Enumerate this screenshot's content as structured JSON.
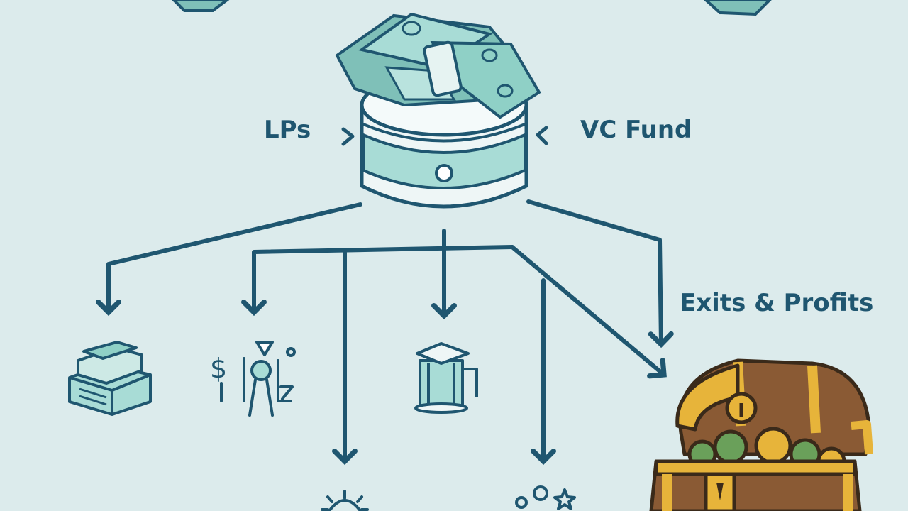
{
  "diagram": {
    "labels": {
      "left_input": "LPs",
      "right_input": "VC Fund",
      "exit": "Exits & Profits"
    },
    "nodes": [
      {
        "id": "fund",
        "kind": "cash-storage-drum"
      },
      {
        "id": "cash-stack",
        "kind": "stacked-bills"
      },
      {
        "id": "dollar-badge",
        "kind": "dollar-award-sketch"
      },
      {
        "id": "lightbulb",
        "kind": "idea-bulb"
      },
      {
        "id": "graduate-cap",
        "kind": "cap-on-jar"
      },
      {
        "id": "coins-star",
        "kind": "coins-and-star"
      },
      {
        "id": "treasure-chest",
        "kind": "open-chest"
      }
    ],
    "colors": {
      "background": "#dcebec",
      "ink": "#1f5670",
      "mint": "#a8dcd6",
      "gold": "#e7b43a",
      "wood": "#8a5a34"
    }
  }
}
